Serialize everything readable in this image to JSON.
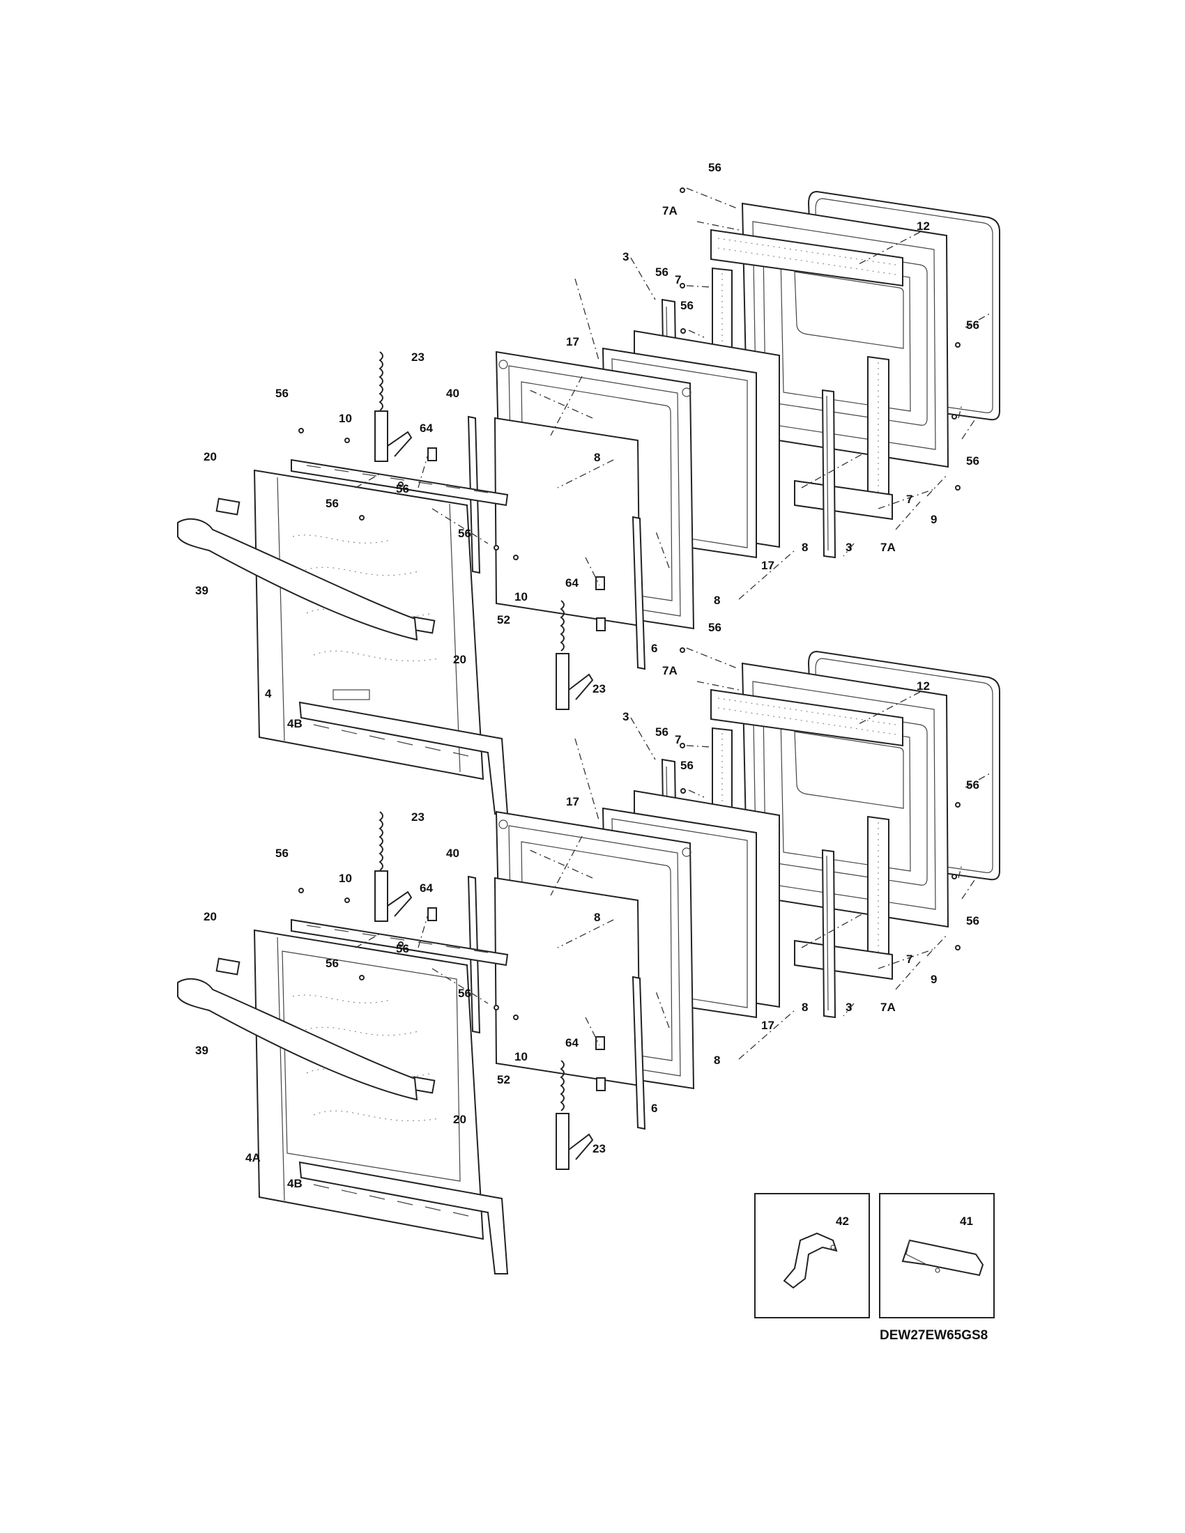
{
  "model_code": "DEW27EW65GS8",
  "callouts": {
    "upper": [
      {
        "id": "u56a",
        "label": "56"
      },
      {
        "id": "u7Aa",
        "label": "7A"
      },
      {
        "id": "u12",
        "label": "12"
      },
      {
        "id": "u56b",
        "label": "56"
      },
      {
        "id": "u3a",
        "label": "3"
      },
      {
        "id": "u7a",
        "label": "7"
      },
      {
        "id": "u56c",
        "label": "56"
      },
      {
        "id": "u56d",
        "label": "56"
      },
      {
        "id": "u23a",
        "label": "23"
      },
      {
        "id": "u17a",
        "label": "17"
      },
      {
        "id": "u56e",
        "label": "56"
      },
      {
        "id": "u10a",
        "label": "10"
      },
      {
        "id": "u40",
        "label": "40"
      },
      {
        "id": "u64a",
        "label": "64"
      },
      {
        "id": "u20a",
        "label": "20"
      },
      {
        "id": "u56f",
        "label": "56"
      },
      {
        "id": "u8a",
        "label": "8"
      },
      {
        "id": "u56g",
        "label": "56"
      },
      {
        "id": "u56h",
        "label": "56"
      },
      {
        "id": "u39",
        "label": "39"
      },
      {
        "id": "u10b",
        "label": "10"
      },
      {
        "id": "u52",
        "label": "52"
      },
      {
        "id": "u64b",
        "label": "64"
      },
      {
        "id": "u20b",
        "label": "20"
      },
      {
        "id": "u4",
        "label": "4"
      },
      {
        "id": "u23b",
        "label": "23"
      },
      {
        "id": "u6",
        "label": "6"
      },
      {
        "id": "u8b",
        "label": "8"
      },
      {
        "id": "u17b",
        "label": "17"
      },
      {
        "id": "u8c",
        "label": "8"
      },
      {
        "id": "u3b",
        "label": "3"
      },
      {
        "id": "u7Ab",
        "label": "7A"
      },
      {
        "id": "u7b",
        "label": "7"
      },
      {
        "id": "u9",
        "label": "9"
      },
      {
        "id": "u56i",
        "label": "56"
      },
      {
        "id": "u4B",
        "label": "4B"
      }
    ],
    "lower": [
      {
        "id": "l56a",
        "label": "56"
      },
      {
        "id": "l7Aa",
        "label": "7A"
      },
      {
        "id": "l12",
        "label": "12"
      },
      {
        "id": "l56b",
        "label": "56"
      },
      {
        "id": "l3a",
        "label": "3"
      },
      {
        "id": "l7a",
        "label": "7"
      },
      {
        "id": "l56c",
        "label": "56"
      },
      {
        "id": "l56d",
        "label": "56"
      },
      {
        "id": "l23a",
        "label": "23"
      },
      {
        "id": "l17a",
        "label": "17"
      },
      {
        "id": "l56e",
        "label": "56"
      },
      {
        "id": "l10a",
        "label": "10"
      },
      {
        "id": "l40",
        "label": "40"
      },
      {
        "id": "l64a",
        "label": "64"
      },
      {
        "id": "l20a",
        "label": "20"
      },
      {
        "id": "l56f",
        "label": "56"
      },
      {
        "id": "l8a",
        "label": "8"
      },
      {
        "id": "l56g",
        "label": "56"
      },
      {
        "id": "l56h",
        "label": "56"
      },
      {
        "id": "l39",
        "label": "39"
      },
      {
        "id": "l10b",
        "label": "10"
      },
      {
        "id": "l52",
        "label": "52"
      },
      {
        "id": "l64b",
        "label": "64"
      },
      {
        "id": "l20b",
        "label": "20"
      },
      {
        "id": "l4A",
        "label": "4A"
      },
      {
        "id": "l23b",
        "label": "23"
      },
      {
        "id": "l6",
        "label": "6"
      },
      {
        "id": "l8b",
        "label": "8"
      },
      {
        "id": "l17b",
        "label": "17"
      },
      {
        "id": "l8c",
        "label": "8"
      },
      {
        "id": "l3b",
        "label": "3"
      },
      {
        "id": "l7Ab",
        "label": "7A"
      },
      {
        "id": "l7b",
        "label": "7"
      },
      {
        "id": "l9",
        "label": "9"
      },
      {
        "id": "l56i",
        "label": "56"
      },
      {
        "id": "l4B",
        "label": "4B"
      }
    ],
    "inset": [
      {
        "id": "i42",
        "label": "42"
      },
      {
        "id": "i41",
        "label": "41"
      }
    ]
  }
}
